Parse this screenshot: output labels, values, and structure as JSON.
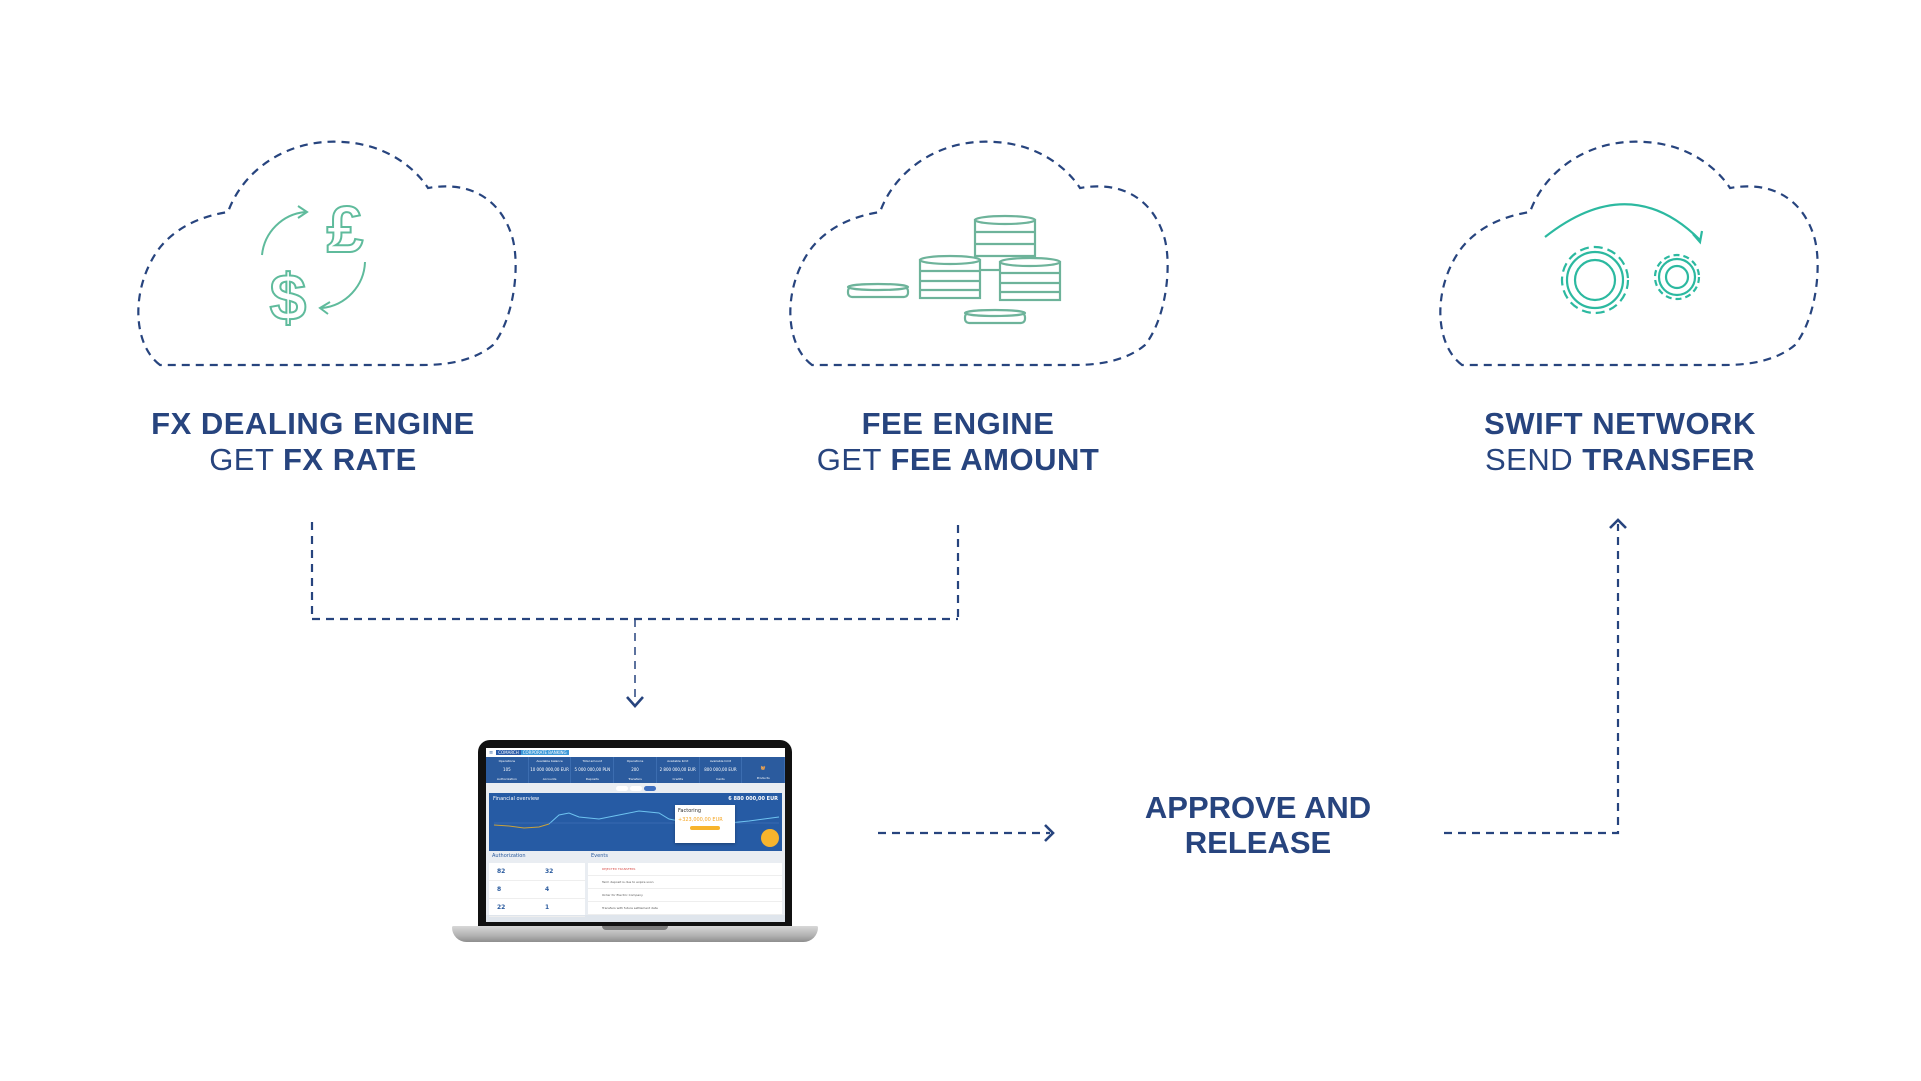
{
  "colors": {
    "navy": "#27447e",
    "teal": "#5fbb9c",
    "gear_teal": "#2cb9a0",
    "background": "#ffffff"
  },
  "nodes": [
    {
      "id": "fx",
      "icon": "currency-exchange-icon",
      "title": "FX DEALING ENGINE",
      "action_verb": "GET",
      "action_object": "FX RATE"
    },
    {
      "id": "fee",
      "icon": "coin-stacks-icon",
      "title": "FEE ENGINE",
      "action_verb": "GET",
      "action_object": "FEE AMOUNT"
    },
    {
      "id": "swift",
      "icon": "gears-icon",
      "title": "SWIFT NETWORK",
      "action_verb": "SEND",
      "action_object": "TRANSFER"
    }
  ],
  "approve": {
    "line1": "APPROVE AND",
    "line2": "RELEASE"
  },
  "laptop": {
    "brand_left": "COMARCH",
    "brand_right": "CORPORATE BANKING",
    "tiles": [
      {
        "top": "Operations",
        "value": "105",
        "bottom": "Authorization"
      },
      {
        "top": "Available balance",
        "value": "10 000 000,00 EUR",
        "bottom": "Accounts"
      },
      {
        "top": "Total amount",
        "value": "5 000 000,00 PLN",
        "bottom": "Deposits"
      },
      {
        "top": "Operations",
        "value": "200",
        "bottom": "Transfers"
      },
      {
        "top": "Available limit",
        "value": "2 800 000,00 EUR",
        "bottom": "Credits"
      },
      {
        "top": "Available limit",
        "value": "800 000,00 EUR",
        "bottom": "Cards"
      },
      {
        "top": "",
        "value": "",
        "bottom": "Products"
      }
    ],
    "chart_title": "Financial overview",
    "balance": "6 880 000,00 EUR",
    "popup_title": "Factoring",
    "popup_value": "+323,000,00 EUR",
    "auth_title": "Authorization",
    "auth_counts": [
      [
        "82",
        "32"
      ],
      [
        "8",
        "4"
      ],
      [
        "22",
        "1"
      ]
    ],
    "events_title": "Events",
    "events": [
      "REJECTED TRANSFERS",
      "Term deposit is due to expire soon",
      "Order for Electric Company",
      "Transfers with future settlement date"
    ]
  }
}
